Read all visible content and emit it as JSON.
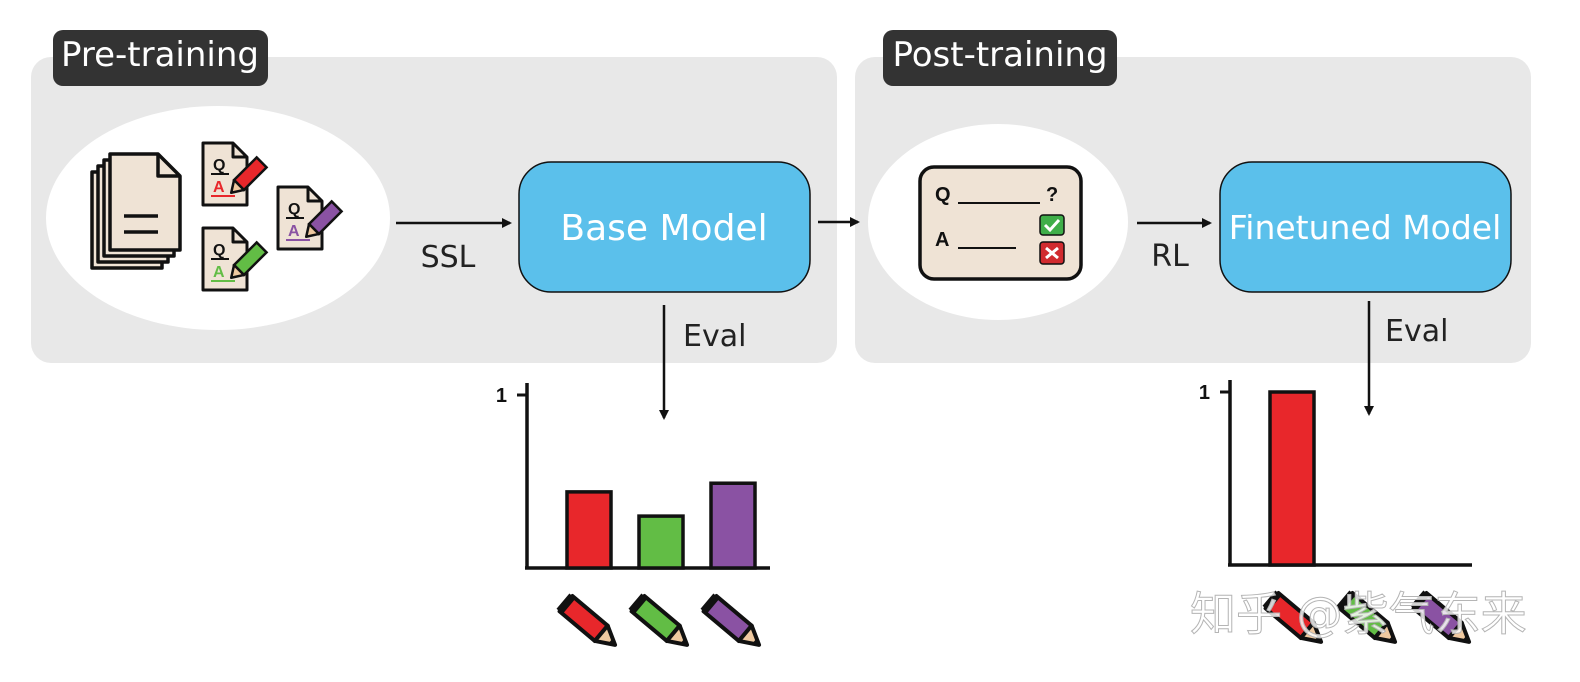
{
  "pretraining": {
    "label": "Pre-training",
    "ssl_label": "SSL",
    "model": "Base Model",
    "eval_label": "Eval"
  },
  "posttraining": {
    "label": "Post-training",
    "rl_label": "RL",
    "model": "Finetuned Model",
    "eval_label": "Eval"
  },
  "icons": {
    "q": "Q",
    "a": "A",
    "q_mark": "?"
  },
  "colors": {
    "panel": "#e8e8e8",
    "tag": "#333333",
    "model": "#5bc0eb",
    "red": "#e8272b",
    "green": "#62bd45",
    "purple": "#8a52a3",
    "card": "#efe3d5",
    "check": "#3fae49",
    "cross": "#d12b2f"
  },
  "chart_data": [
    {
      "type": "bar",
      "categories": [
        "red-pencil",
        "green-pencil",
        "purple-pencil"
      ],
      "values": [
        0.44,
        0.3,
        0.49
      ],
      "ylim": [
        0,
        1
      ],
      "yticks": [
        "1"
      ],
      "colors": [
        "#e8272b",
        "#62bd45",
        "#8a52a3"
      ]
    },
    {
      "type": "bar",
      "categories": [
        "red-pencil",
        "green-pencil",
        "purple-pencil"
      ],
      "values": [
        1.0,
        0,
        0
      ],
      "ylim": [
        0,
        1
      ],
      "yticks": [
        "1"
      ],
      "colors": [
        "#e8272b",
        "#62bd45",
        "#8a52a3"
      ]
    }
  ],
  "watermark": "知乎 @紫气东来"
}
